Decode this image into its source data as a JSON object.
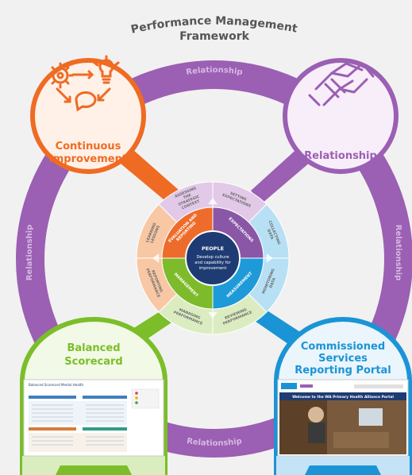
{
  "title": {
    "line1": "Performance Management",
    "line2": "Framework"
  },
  "ring": {
    "label_top": "Relationship",
    "label_bottom": "Relationship",
    "label_left": "Relationship",
    "label_right": "Relationship"
  },
  "nodes": {
    "continuous_improvement": {
      "line1": "Continuous",
      "line2": "Improvement"
    },
    "relationship": {
      "label": "Relationship"
    },
    "balanced_scorecard": {
      "line1": "Balanced",
      "line2": "Scorecard",
      "doc_title": "Balanced Scorecard Mental Health"
    },
    "reporting_portal": {
      "line1": "Commissioned",
      "line2": "Services",
      "line3": "Reporting Portal",
      "banner_text": "Welcome to the WA Primary Health Alliance Portal"
    }
  },
  "wheel": {
    "inner_segments": [
      {
        "label": "EVALUATION AND REPORTING",
        "color": "#ee6c2b"
      },
      {
        "label": "EXPECTATIONS",
        "color": "#8a57a6"
      },
      {
        "label": "MEASUREMENT",
        "color": "#1f9ad8"
      },
      {
        "label": "MANAGEMENT",
        "color": "#7dbb2b"
      }
    ],
    "outer_segments": [
      {
        "label": "LEARNING LESSONS",
        "color": "#f8c8a4"
      },
      {
        "label": "ASSESSING THE STRATEGIC CONTEXT",
        "color": "#e2c9e8"
      },
      {
        "label": "SETTING EXPECTATIONS",
        "color": "#e2c9e8"
      },
      {
        "label": "COLLECTING DATA",
        "color": "#b7e0f5"
      },
      {
        "label": "MONITORING DATA",
        "color": "#b7e0f5"
      },
      {
        "label": "REVIEWING PERFORMANCE",
        "color": "#dcecc1"
      },
      {
        "label": "MANAGING PERFORMANCE",
        "color": "#dcecc1"
      },
      {
        "label": "REPORTING PERFORMANCE",
        "color": "#f8c8a4"
      }
    ],
    "center": {
      "title": "PEOPLE",
      "line1": "Develop culture",
      "line2": "and capability for",
      "line3": "improvement"
    }
  },
  "colors": {
    "purple": "#9b5fb3",
    "orange": "#ef6b23",
    "green": "#7bbe29",
    "blue": "#1b94d6",
    "navy": "#1f3b73",
    "background": "#f1f1f1"
  }
}
